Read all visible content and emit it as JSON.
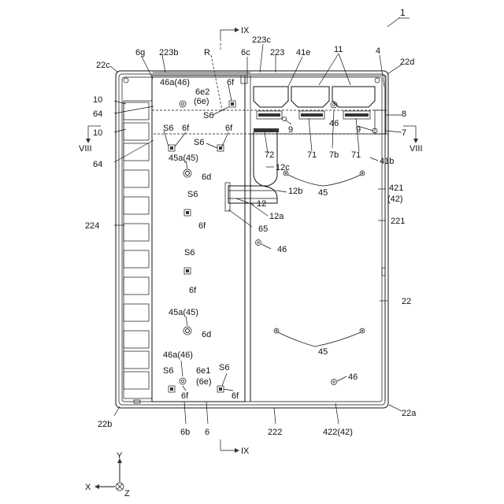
{
  "figure_number": "1",
  "section_marks": {
    "top": "IX",
    "bottom": "IX",
    "left": "VIII",
    "right": "VIII"
  },
  "labels": {
    "l22c": "22c",
    "l6g": "6g",
    "l223b": "223b",
    "lR": "R",
    "l223c": "223c",
    "l6c": "6c",
    "l223": "223",
    "l41e": "41e",
    "l11": "11",
    "l4": "4",
    "l22d": "22d",
    "l46a46_top": "46a(46)",
    "l6e2": "6e2",
    "l6e_top": "(6e)",
    "l6f_a": "6f",
    "l10_a": "10",
    "l64_a": "64",
    "lS6_a": "S6",
    "l9_a": "9",
    "l46_a": "46",
    "l9_b": "9",
    "l8": "8",
    "l7": "7",
    "l10_b": "10",
    "lS6_b": "S6",
    "l6f_b": "6f",
    "l6f_c": "6f",
    "lS6_c": "S6",
    "l72": "72",
    "l71_a": "71",
    "l7b": "7b",
    "l71_b": "71",
    "l64_b": "64",
    "l45a45_a": "45a(45)",
    "l6d_a": "6d",
    "l12c": "12c",
    "l41b": "41b",
    "l12b": "12b",
    "l45_a": "45",
    "l421": "421",
    "l42_a": "(42)",
    "lS6_d": "S6",
    "l12": "12",
    "l12a": "12a",
    "l224": "224",
    "l6f_d": "6f",
    "l221": "221",
    "l65": "65",
    "l46_b": "46",
    "lS6_e": "S6",
    "l6f_e": "6f",
    "l22": "22",
    "l45a45_b": "45a(45)",
    "l6d_b": "6d",
    "l45_b": "45",
    "l46a46_bot": "46a(46)",
    "lS6_f": "S6",
    "l6e1": "6e1",
    "lS6_g": "S6",
    "l6e_bot": "(6e)",
    "l46_c": "46",
    "l6f_f": "6f",
    "l6f_g": "6f",
    "l22b": "22b",
    "l6b": "6b",
    "l6": "6",
    "l222": "222",
    "l422": "422(42)",
    "l22a": "22a"
  },
  "axes": {
    "y": "Y",
    "x": "X",
    "z": "Z"
  }
}
